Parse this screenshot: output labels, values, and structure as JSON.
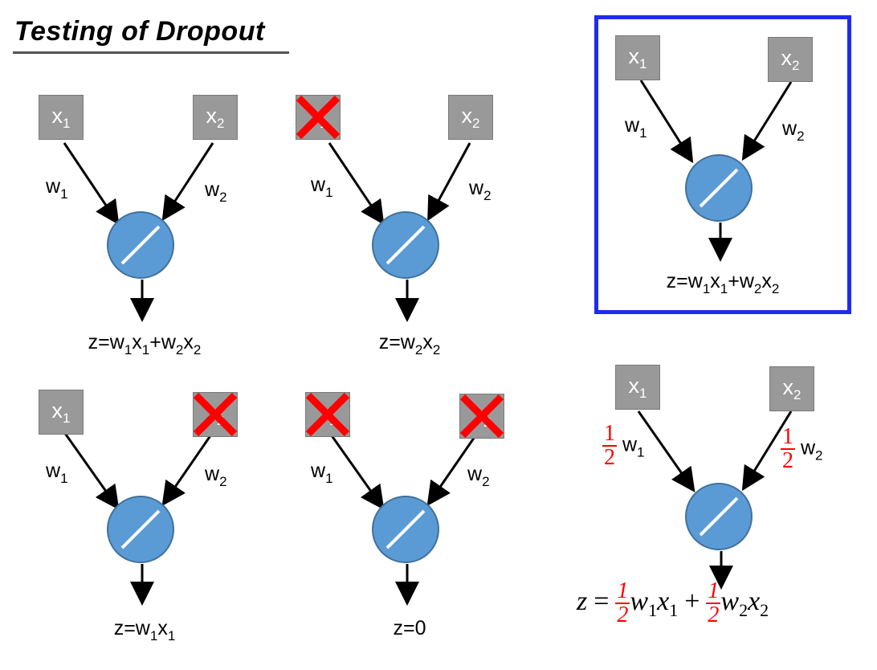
{
  "title": "Testing of Dropout",
  "inputs": {
    "x1": "x",
    "x1_sub": "1",
    "x2": "x",
    "x2_sub": "2"
  },
  "weights": {
    "w": "w",
    "w1_sub": "1",
    "w2_sub": "2"
  },
  "panels": {
    "p1": {
      "equation_parts": [
        "z=w",
        "1",
        "x",
        "1",
        "+w",
        "2",
        "x",
        "2"
      ]
    },
    "p2": {
      "equation_parts": [
        "z=w",
        "2",
        "x",
        "2"
      ]
    },
    "p3": {
      "equation_parts": [
        "z=w",
        "1",
        "x",
        "1"
      ]
    },
    "p4": {
      "equation": "z=0"
    },
    "p5": {
      "equation_parts": [
        "z=w",
        "1",
        "x",
        "1",
        "+w",
        "2",
        "x",
        "2"
      ]
    }
  },
  "scaled": {
    "half_num": "1",
    "half_den": "2",
    "eq_z": "z",
    "eq_equals": "=",
    "eq_w": "w",
    "eq_x": "x",
    "eq_plus": "+",
    "sub1": "1",
    "sub2": "2"
  },
  "colors": {
    "node_fill": "#5b9bd5",
    "node_stroke": "#41719c",
    "input_box": "#999999",
    "drop_mark": "#ff0000",
    "highlight_border": "#1f2cf0",
    "scale_factor_text": "#ff0000"
  }
}
